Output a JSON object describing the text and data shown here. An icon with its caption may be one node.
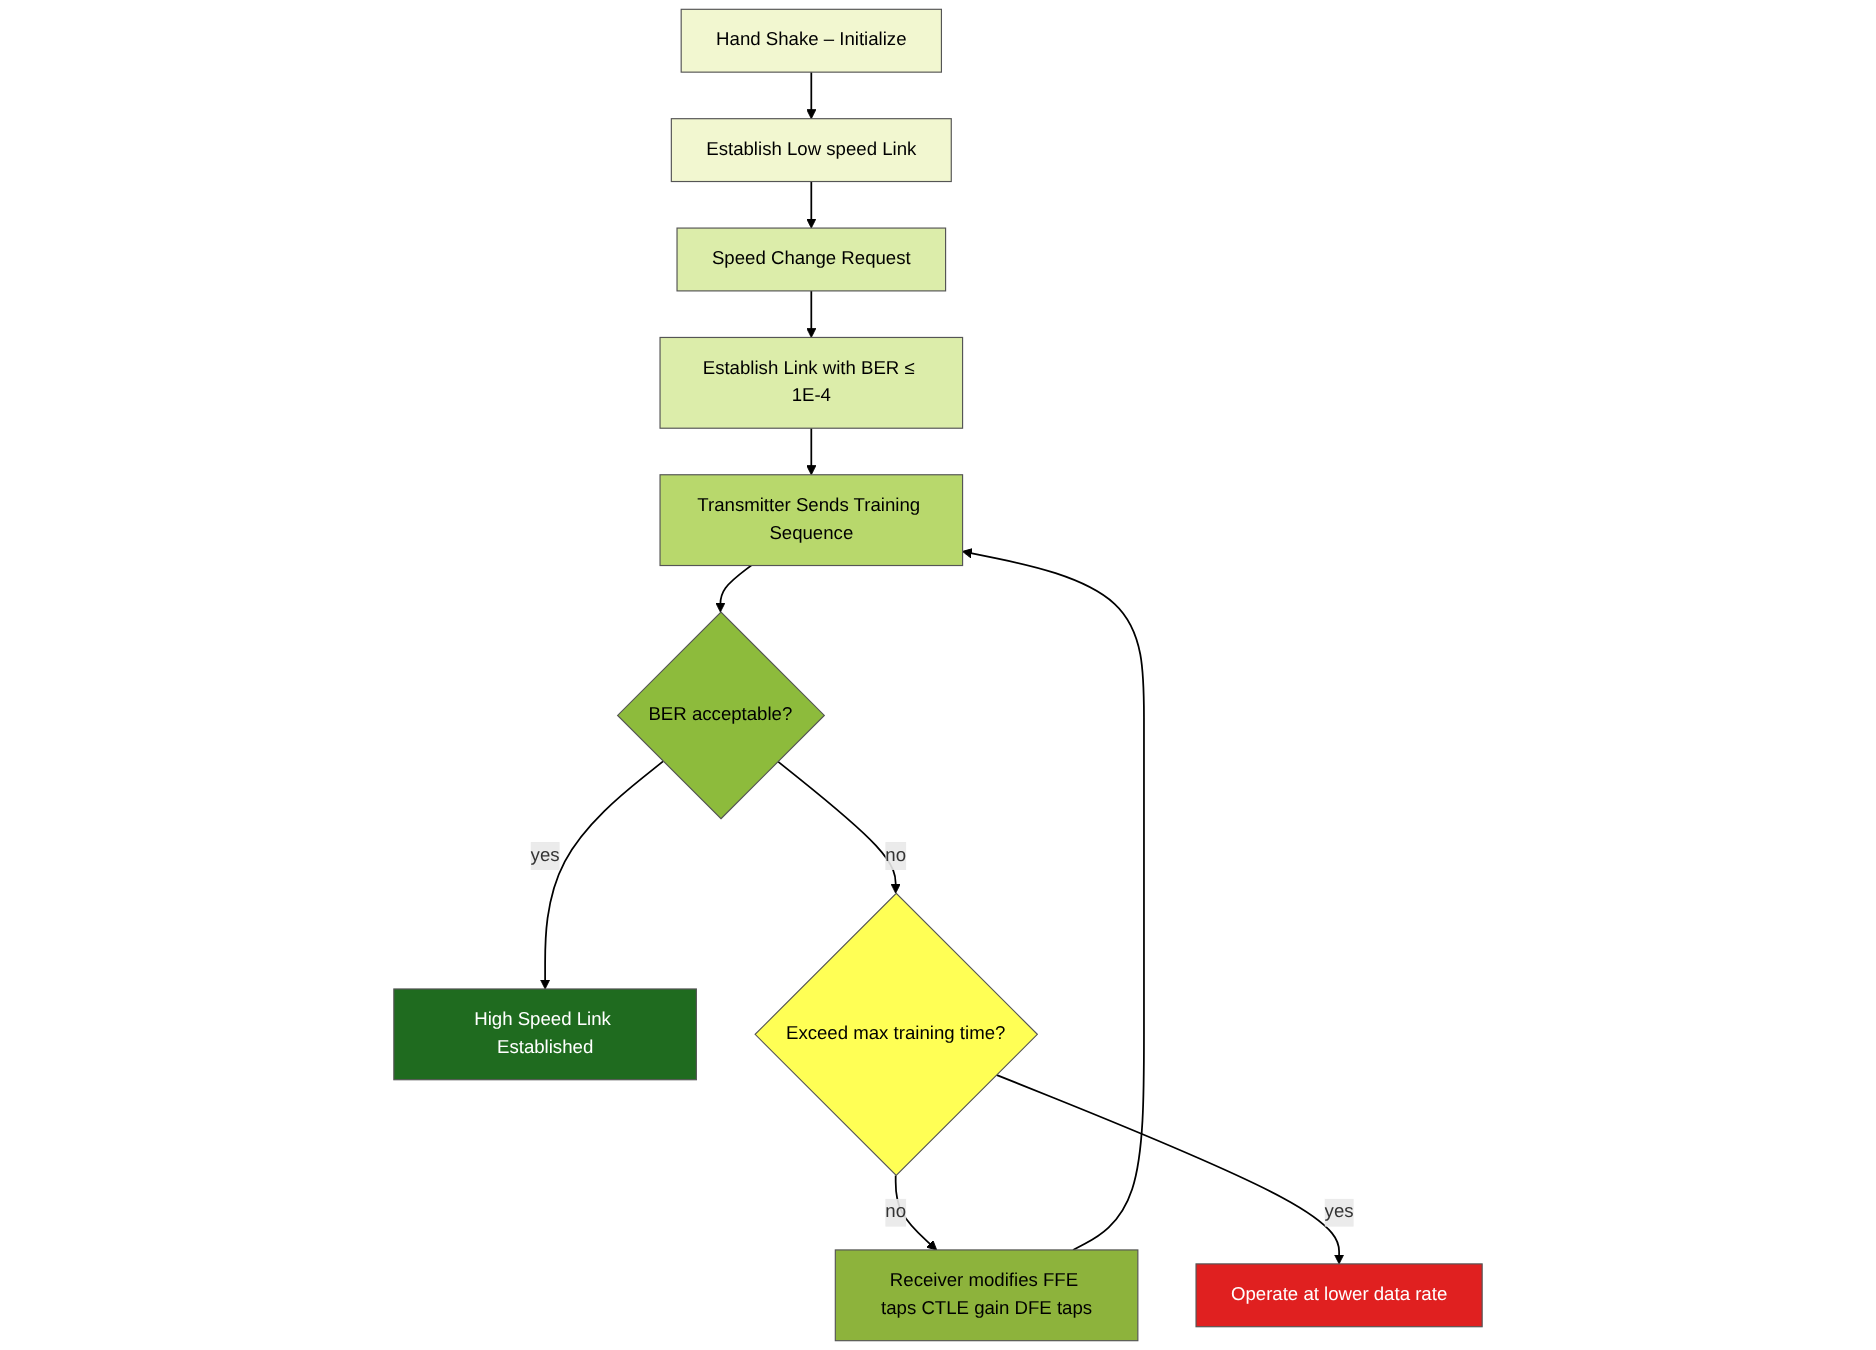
{
  "diagram": {
    "nodes": [
      {
        "text": [
          "Hand Shake – Initialize"
        ]
      },
      {
        "text": [
          "Establish Low speed Link"
        ]
      },
      {
        "text": [
          "Speed Change Request"
        ]
      },
      {
        "text": [
          "Establish Link with BER ≤ 1E-4"
        ]
      },
      {
        "text": [
          "Transmitter Sends Training Sequence"
        ]
      },
      {
        "text": [
          "BER acceptable?"
        ]
      },
      {
        "text": [
          "High Speed Link Established"
        ]
      },
      {
        "text": [
          "Exceed max training time?"
        ]
      },
      {
        "text": [
          "Receiver modifies FFE taps CTLE gain DFE taps"
        ]
      },
      {
        "text": [
          "Operate at lower data rate"
        ]
      }
    ],
    "edges": [
      {
        "from": 0,
        "to": 1,
        "arrow": "to"
      },
      {
        "from": 1,
        "to": 2,
        "arrow": "to"
      },
      {
        "from": 2,
        "to": 3,
        "arrow": "to"
      },
      {
        "from": 3,
        "to": 4,
        "arrow": "to"
      },
      {
        "from": 4,
        "to": 5,
        "arrow": "to"
      },
      {
        "from": 5,
        "to": 6,
        "arrow": "to",
        "label": "yes"
      },
      {
        "from": 5,
        "to": 7,
        "arrow": "to",
        "label": "no"
      },
      {
        "from": 7,
        "to": 8,
        "arrow": "to",
        "label": "no"
      },
      {
        "from": 7,
        "to": 9,
        "arrow": "to",
        "label": "yes"
      },
      {
        "from": 8,
        "to": 4,
        "arrow": "to"
      }
    ]
  }
}
